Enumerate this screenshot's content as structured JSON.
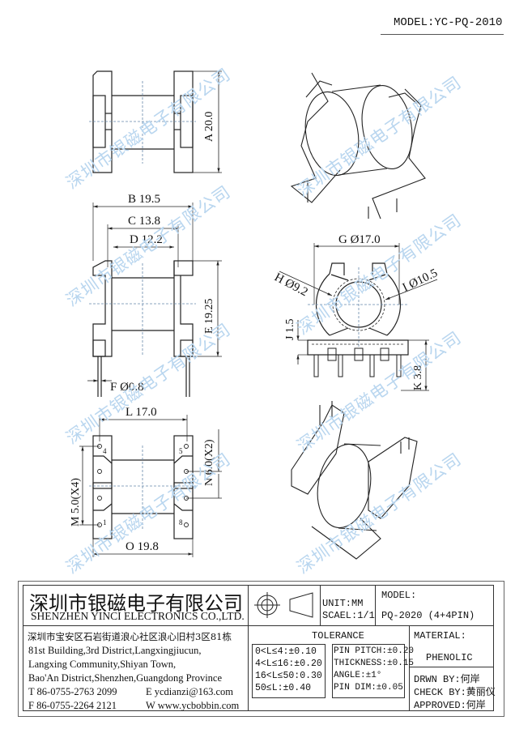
{
  "header": {
    "model_label": "MODEL:YC-PQ-2010"
  },
  "watermark": "深圳市银磁电子有限公司",
  "dimensions": {
    "A": "A 20.0",
    "B": "B 19.5",
    "C": "C 13.8",
    "D": "D 12.2",
    "E": "E 19.25",
    "F": "F Ø0.8",
    "G": "G Ø17.0",
    "H": "H Ø9.2",
    "I": "I Ø10.5",
    "J": "J 1.5",
    "K": "K 3.8",
    "L": "L 17.0",
    "M": "M 5.0(X4)",
    "N": "N 6.0(X2)",
    "O": "O 19.8"
  },
  "pin_numbers": [
    "4",
    "5",
    "1",
    "8"
  ],
  "title_block": {
    "company_cn": "深圳市银磁电子有限公司",
    "company_en": "SHENZHEN YINCI ELECTRONICS CO.,LTD.",
    "address_cn": "深圳市宝安区石岩街道浪心社区浪心旧村3区81栋",
    "address_en": [
      "81st Building,3rd District,Langxingjiucun,",
      "Langxing Community,Shiyan Town,",
      "Bao'An District,Shenzhen,Guangdong Province"
    ],
    "tel": "T 86-0755-2763 2099",
    "email": "E ycdianzi@163.com",
    "fax": "F 86-0755-2264 2121",
    "web": "W www.ycbobbin.com",
    "unit": "UNIT:MM",
    "scale": "SCAEL:1/1",
    "model_label": "MODEL:",
    "model_value": "PQ-2020 (4+4PIN)",
    "tolerance_title": "TOLERANCE",
    "tolerance_left": [
      "0<L≤4:±0.10",
      "4<L≤16:±0.20",
      "16<L≤50:0.30",
      "50≤L:±0.40"
    ],
    "tolerance_right": [
      "PIN PITCH:±0.20",
      "THICKNESS:±0.15",
      "ANGLE:±1°",
      "PIN DIM:±0.05"
    ],
    "material_label": "MATERIAL:",
    "material_value": "PHENOLIC",
    "drawn_by": "DRWN BY:何岸",
    "check_by": "CHECK BY:黄丽仪",
    "approved": "APPROVED:何岸"
  }
}
